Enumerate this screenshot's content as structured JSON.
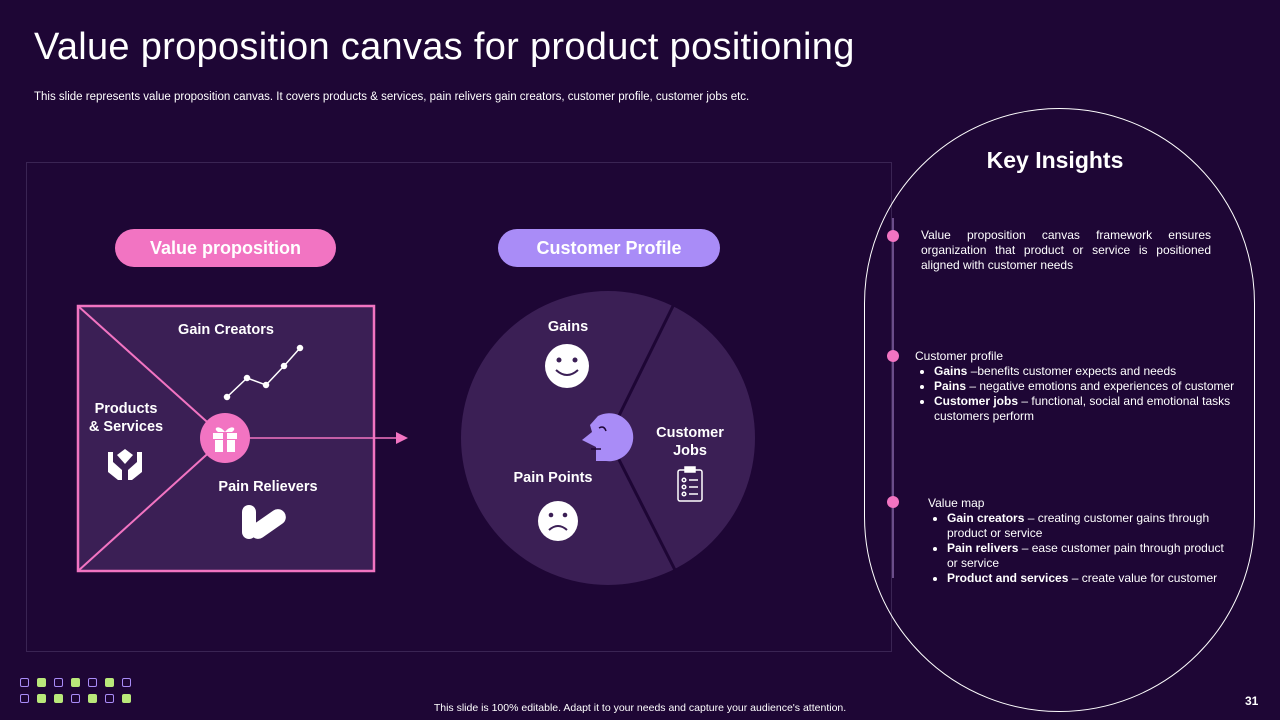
{
  "slide": {
    "title": "Value proposition canvas for product positioning",
    "subtitle": "This slide represents value proposition canvas. It covers products & services, pain relivers gain creators, customer profile, customer jobs etc.",
    "footer": "This slide is 100% editable. Adapt it to your needs and capture your audience's attention.",
    "page_number": "31"
  },
  "value_map": {
    "pill_label": "Value proposition",
    "gain_creators": "Gain Creators",
    "products_services_line1": "Products",
    "products_services_line2": "& Services",
    "pain_relievers": "Pain Relievers"
  },
  "customer_profile": {
    "pill_label": "Customer Profile",
    "gains": "Gains",
    "customer_jobs_line1": "Customer",
    "customer_jobs_line2": "Jobs",
    "pain_points": "Pain Points"
  },
  "insights": {
    "title": "Key Insights",
    "item1": "Value proposition canvas framework ensures organization that product or service is positioned aligned with customer needs",
    "item2_heading": "Customer profile",
    "item2_bullets": [
      {
        "bold": "Gains",
        "text": " –benefits customer expects and needs"
      },
      {
        "bold": "Pains",
        "text": " – negative emotions and experiences of customer"
      },
      {
        "bold": "Customer jobs",
        "text": " – functional, social and emotional tasks customers perform"
      }
    ],
    "item3_heading": "Value map",
    "item3_bullets": [
      {
        "bold": "Gain creators",
        "text": " – creating customer gains through product or service"
      },
      {
        "bold": "Pain relivers",
        "text": " – ease customer pain through product or service"
      },
      {
        "bold": "Product and services",
        "text": " – create value for customer"
      }
    ]
  },
  "colors": {
    "background": "#1e0635",
    "accent_pink": "#f274c2",
    "accent_purple": "#a98cf7",
    "panel_purple": "#3b1f55",
    "deco_green": "#b9e87a"
  },
  "icons": [
    "gift-icon",
    "line-chart-icon",
    "hands-diamond-icon",
    "pills-icon",
    "smiley-icon",
    "sad-face-icon",
    "head-profile-icon",
    "checklist-icon"
  ]
}
